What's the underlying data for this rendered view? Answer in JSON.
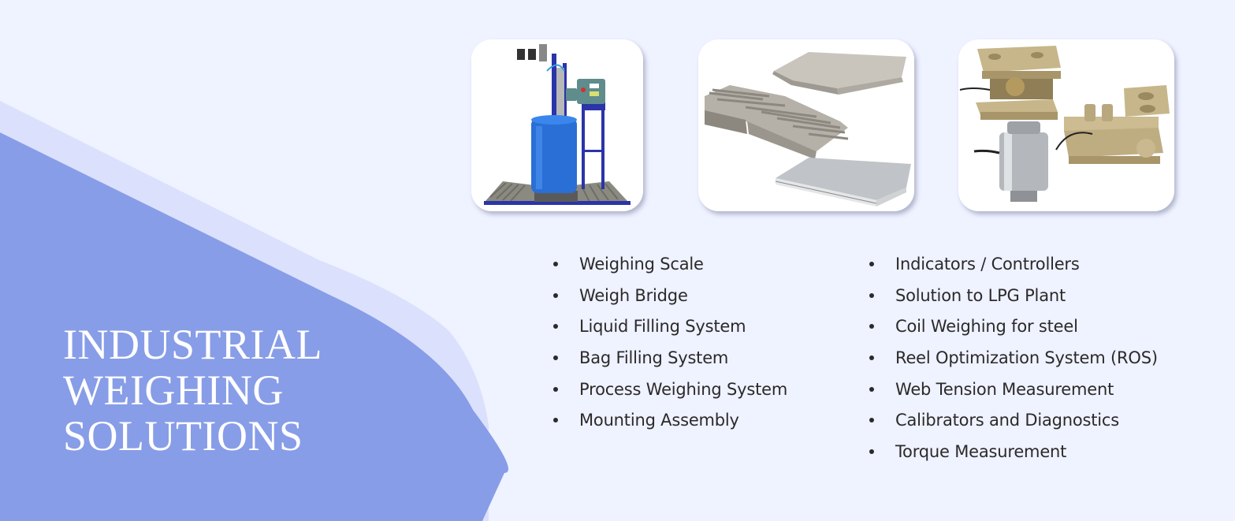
{
  "banner": {
    "headline": [
      "INDUSTRIAL",
      "WEIGHING",
      "SOLUTIONS"
    ],
    "colors": {
      "background": "#eff2ff",
      "shape_light": "#dbe1fc",
      "shape_main": "#889de7",
      "text_on_shape": "#ffffff",
      "list_text": "#2a2a2a"
    }
  },
  "products": [
    {
      "image": "liquid-filling-machine-image"
    },
    {
      "image": "platform-scales-image"
    },
    {
      "image": "load-cell-mounts-image"
    }
  ],
  "services": {
    "left": [
      "Weighing Scale",
      "Weigh Bridge",
      "Liquid Filling System",
      "Bag Filling System",
      "Process Weighing System",
      "Mounting Assembly"
    ],
    "right": [
      "Indicators / Controllers",
      "Solution to LPG Plant",
      "Coil Weighing for steel",
      "Reel Optimization System (ROS)",
      "Web Tension Measurement",
      "Calibrators and Diagnostics",
      "Torque Measurement"
    ]
  }
}
